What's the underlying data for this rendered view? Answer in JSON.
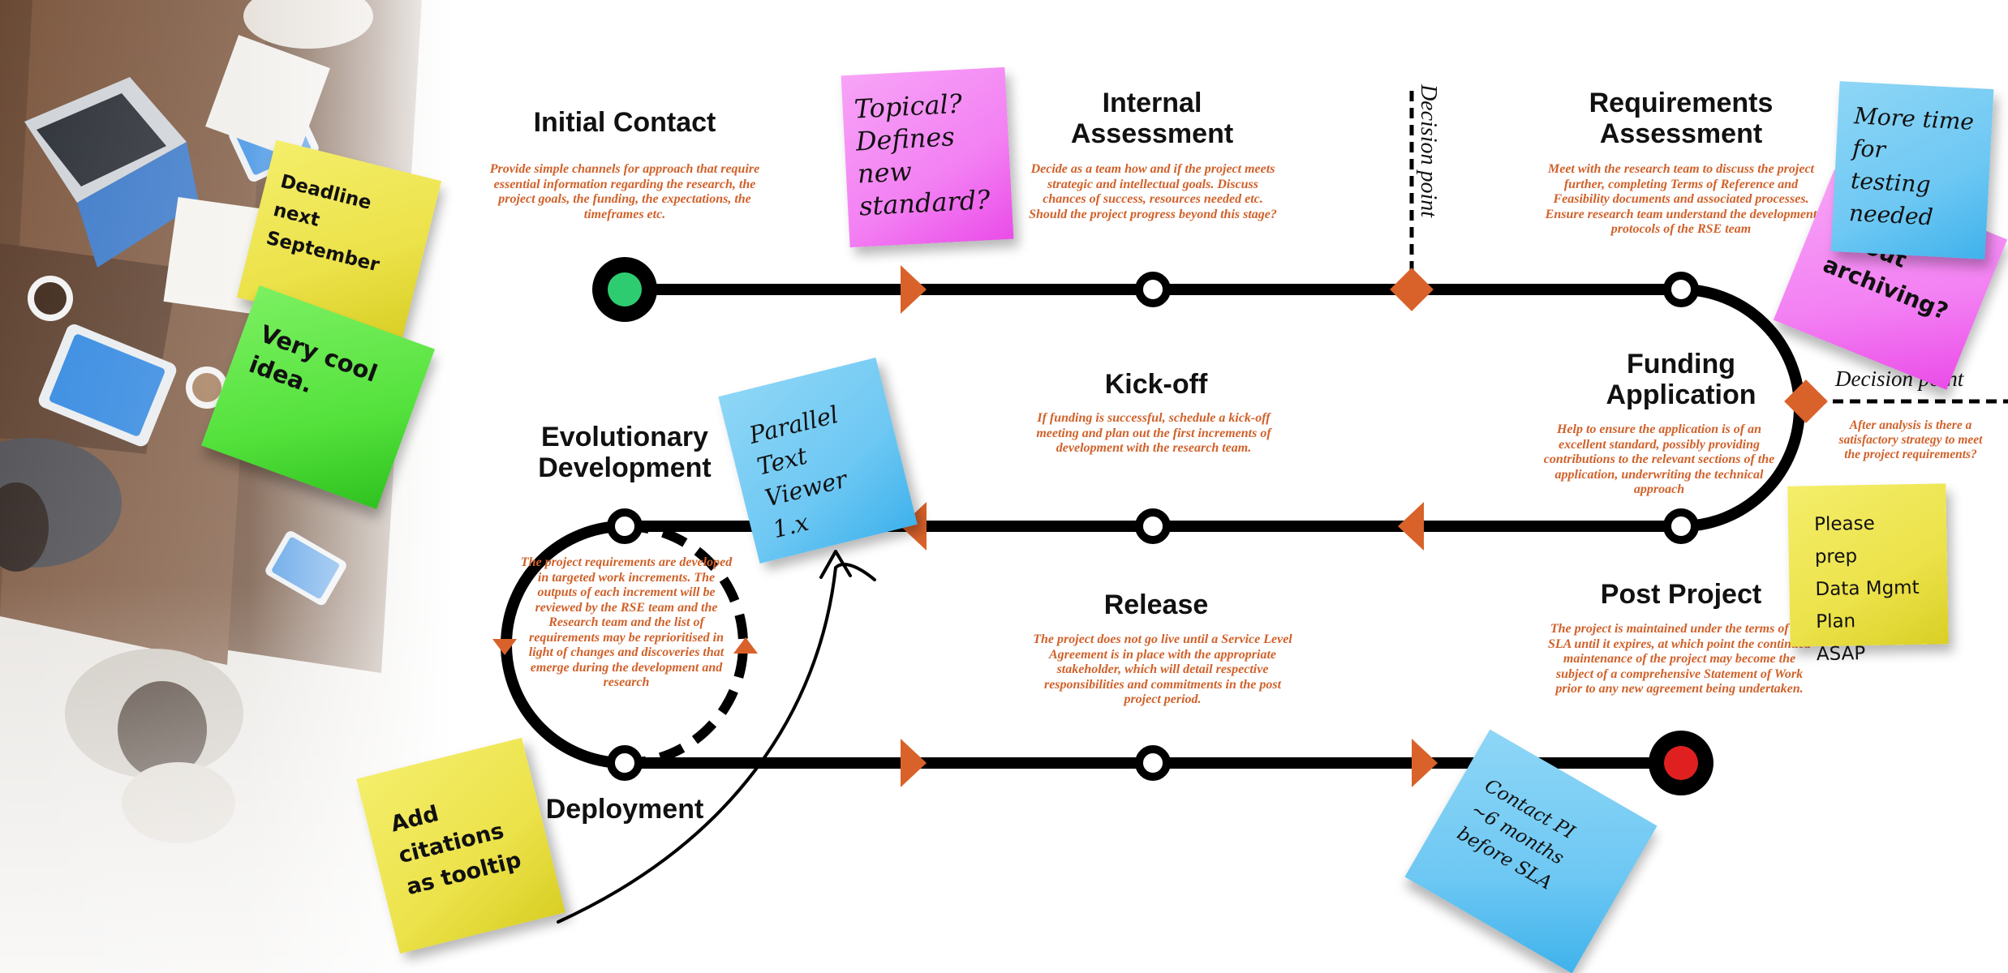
{
  "stages": {
    "initial_contact": {
      "title": "Initial Contact",
      "description": "Provide simple channels for approach that require essential information regarding the research, the project goals, the funding, the expectations, the timeframes etc."
    },
    "internal_assessment": {
      "title": "Internal\nAssessment",
      "description": "Decide as a team how and if the project meets strategic and intellectual goals. Discuss chances of success, resources needed etc. Should the project progress beyond this stage?"
    },
    "requirements_assessment": {
      "title": "Requirements\nAssessment",
      "description": "Meet with the research team to discuss the project further, completing Terms of Reference and Feasibility documents and associated processes. Ensure research team understand the development protocols of the RSE team"
    },
    "funding_application": {
      "title": "Funding\nApplication",
      "description": "Help to ensure the application is of an excellent standard, possibly providing contributions to the relevant sections of the application, underwriting the technical approach"
    },
    "kick_off": {
      "title": "Kick-off",
      "description": "If funding is successful, schedule a kick-off meeting and plan out the first increments of development with the research team."
    },
    "evolutionary_development": {
      "title": "Evolutionary\nDevelopment",
      "description": "The project requirements are developed in targeted work increments. The outputs of each increment will be reviewed by the RSE team and the Research team and the list of requirements may be reprioritised in light of changes and discoveries that emerge during the development and research"
    },
    "deployment": {
      "title": "Deployment"
    },
    "release": {
      "title": "Release",
      "description": "The project does not go live until a Service Level Agreement is in place with the appropriate stakeholder, which will detail respective responsibilities and commitments in the post project period."
    },
    "post_project": {
      "title": "Post Project",
      "description": "The project is maintained under the terms of the SLA until it expires, at which point the continued maintenance of the project may become the subject of a comprehensive Statement of Work prior to any new agreement being undertaken."
    }
  },
  "decision_points": {
    "first": {
      "label": "Decision point"
    },
    "second": {
      "label": "Decision point",
      "question": "After analysis is there a satisfactory strategy to meet the project requirements?"
    }
  },
  "notes": {
    "deadline": "Deadline next\nSeptember",
    "cool_idea": "Very cool\nidea.",
    "topical": "Topical?\nDefines\nnew\nstandard?",
    "more_time": "More time\nfor\ntesting\nneeded",
    "archiving": "about\narchiving?",
    "data_mgmt": "Please prep\nData Mgmt\nPlan\nASAP",
    "parallel": "Parallel\nText\nViewer 1.x",
    "citations": "Add\ncitations\nas tooltip",
    "contact_pi": "Contact PI\n~6 months\nbefore SLA"
  },
  "colors": {
    "track": "#000000",
    "accent": "#d9622b",
    "start": "#2ecc71",
    "end": "#e02020",
    "description_text": "#d0612a"
  }
}
